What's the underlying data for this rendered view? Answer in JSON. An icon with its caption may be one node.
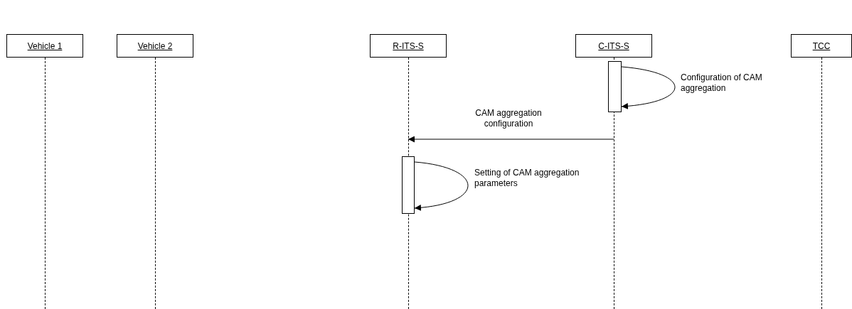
{
  "diagram": {
    "nodes": [
      {
        "text": [
          "Vehicle 1"
        ]
      },
      {
        "text": [
          "Vehicle 2"
        ]
      },
      {
        "text": [
          "R-ITS-S"
        ]
      },
      {
        "text": [
          "C-ITS-S"
        ]
      },
      {
        "text": [
          "TCC"
        ]
      },
      {
        "text": [],
        "shape": "line"
      },
      {
        "text": [],
        "shape": "line"
      },
      {
        "text": [],
        "shape": "line"
      },
      {
        "text": [],
        "shape": "line"
      },
      {
        "text": [],
        "shape": "line"
      },
      {
        "text": [],
        "shape": "box"
      },
      {
        "text": [],
        "shape": "box"
      }
    ],
    "edges": [
      {
        "from": 10,
        "to": 10,
        "arrow": "to",
        "label": "Configuration of CAM aggregation"
      },
      {
        "from": 8,
        "to": 7,
        "arrow": "to",
        "label": "CAM aggregation configuration"
      },
      {
        "from": 11,
        "to": 11,
        "arrow": "to",
        "label": "Setting of CAM aggregation parameters"
      }
    ]
  }
}
